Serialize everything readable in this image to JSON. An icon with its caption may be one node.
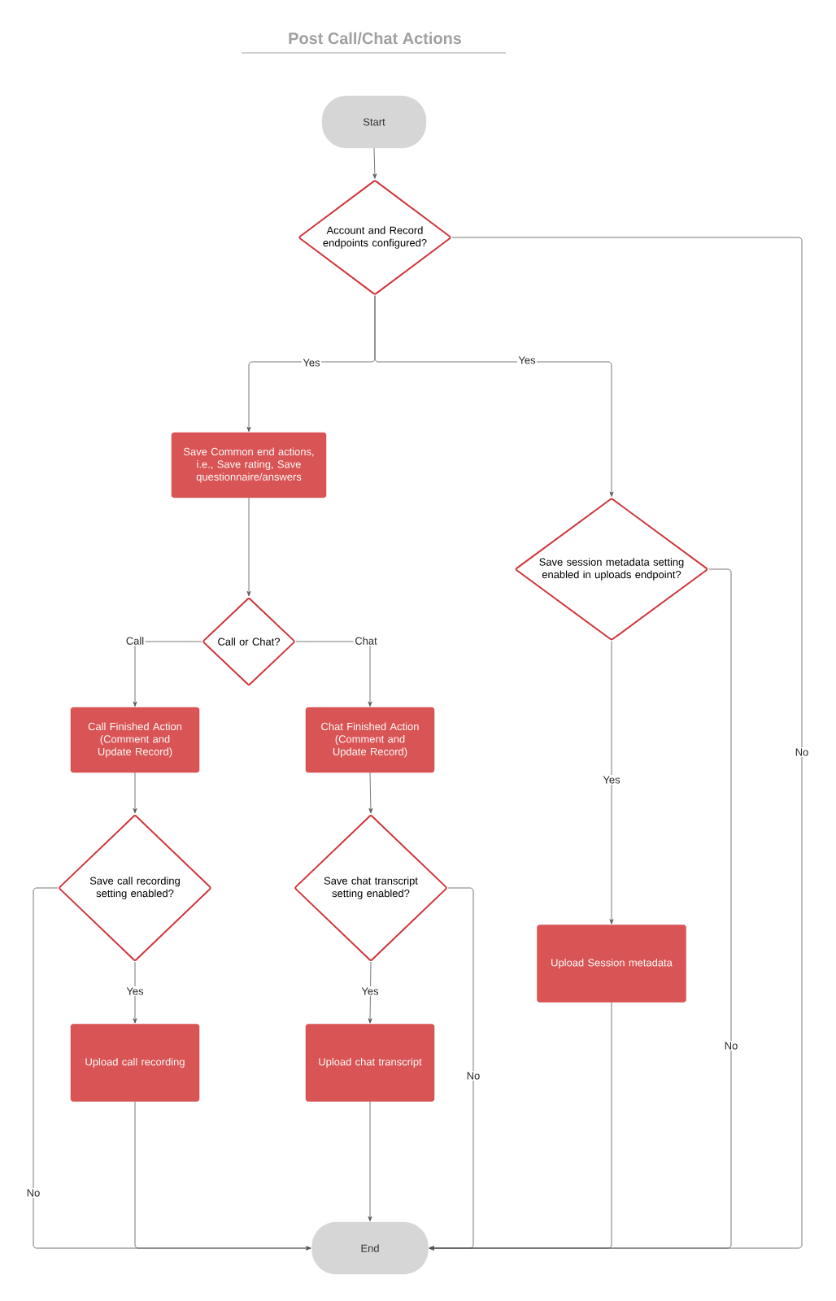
{
  "diagram": {
    "title": "Post Call/Chat Actions",
    "nodes": [
      {
        "text": [
          "Start"
        ]
      },
      {
        "text": [
          "Account and Record endpoints configured?"
        ]
      },
      {
        "text": [
          "Save Common end actions, i.e., Save rating, Save questionnaire/answers"
        ]
      },
      {
        "text": [
          "Save session metadata setting enabled in uploads endpoint?"
        ]
      },
      {
        "text": [
          "Call or Chat?"
        ]
      },
      {
        "text": [
          "Call Finished Action (Comment and Update Record)"
        ]
      },
      {
        "text": [
          "Chat Finished Action (Comment and Update Record)"
        ]
      },
      {
        "text": [
          "Save call recording setting enabled?"
        ]
      },
      {
        "text": [
          "Save chat transcript setting enabled?"
        ]
      },
      {
        "text": [
          "Upload Session metadata"
        ]
      },
      {
        "text": [
          "Upload call recording"
        ]
      },
      {
        "text": [
          "Upload chat transcript"
        ]
      },
      {
        "text": [
          "End"
        ]
      }
    ],
    "edges": [
      {
        "from": 0,
        "to": 1,
        "arrow": "to"
      },
      {
        "from": 1,
        "to": 2,
        "arrow": "to",
        "label": "Yes"
      },
      {
        "from": 1,
        "to": 3,
        "arrow": "to",
        "label": "Yes"
      },
      {
        "from": 1,
        "to": 12,
        "arrow": "to",
        "label": "No"
      },
      {
        "from": 2,
        "to": 4,
        "arrow": "to"
      },
      {
        "from": 4,
        "to": 5,
        "arrow": "to",
        "label": "Call"
      },
      {
        "from": 4,
        "to": 6,
        "arrow": "to",
        "label": "Chat"
      },
      {
        "from": 5,
        "to": 7,
        "arrow": "to"
      },
      {
        "from": 6,
        "to": 8,
        "arrow": "to"
      },
      {
        "from": 7,
        "to": 10,
        "arrow": "to",
        "label": "Yes"
      },
      {
        "from": 8,
        "to": 11,
        "arrow": "to",
        "label": "Yes"
      },
      {
        "from": 7,
        "to": 12,
        "arrow": "to",
        "label": "No"
      },
      {
        "from": 8,
        "to": 12,
        "arrow": "to",
        "label": "No"
      },
      {
        "from": 3,
        "to": 9,
        "arrow": "to",
        "label": "Yes"
      },
      {
        "from": 3,
        "to": 12,
        "arrow": "to",
        "label": "No"
      },
      {
        "from": 10,
        "to": 12,
        "arrow": "to"
      },
      {
        "from": 11,
        "to": 12,
        "arrow": "to"
      },
      {
        "from": 9,
        "to": 12,
        "arrow": "to"
      }
    ]
  }
}
